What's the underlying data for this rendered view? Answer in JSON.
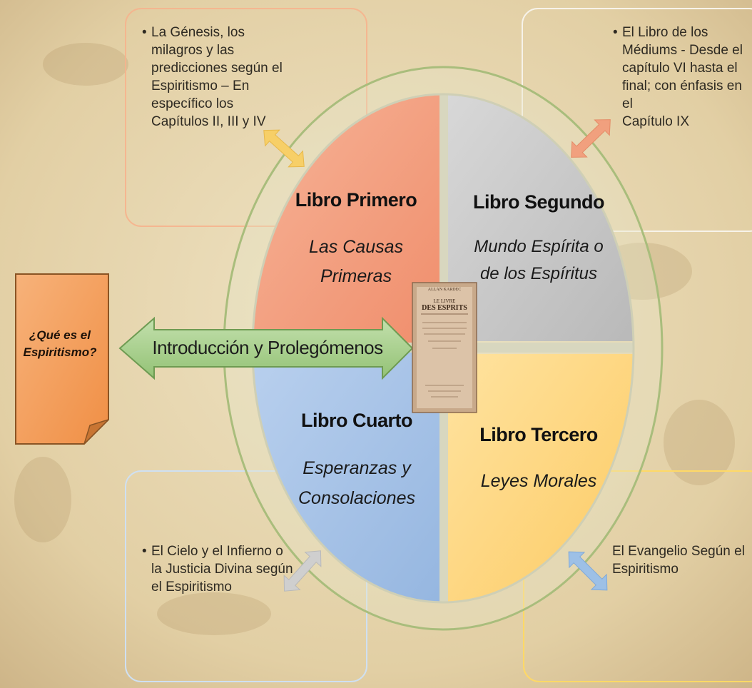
{
  "colors": {
    "parchment": "#eadbb8",
    "book1": "#f4a384",
    "book2": "#c9c9c9",
    "book3": "#fed880",
    "book4": "#a7c3e6",
    "sticky": "#f5a15f",
    "arrow_green": "#a9d18e",
    "ring": "#b7c58b",
    "frame_book1": "#f6b28d",
    "frame_book2": "#f2f2f2",
    "frame_book3": "#ffd966",
    "frame_book4": "#bdd7ee"
  },
  "sticky_note": {
    "line1": "¿Qué es el",
    "line2": "Espiritismo?"
  },
  "center_arrow_label": "Introducción y Prolegómenos",
  "book_cover": {
    "header": "ALLAN KARDEC",
    "small": "LE LIVRE",
    "big": "DES ESPRITS"
  },
  "quadrants": [
    {
      "title": "Libro Primero",
      "sub1": "Las Causas",
      "sub2": "Primeras"
    },
    {
      "title": "Libro Segundo",
      "sub1": "Mundo Espírita o",
      "sub2": "de los Espíritus"
    },
    {
      "title": "Libro Tercero",
      "sub1": "Leyes Morales",
      "sub2": ""
    },
    {
      "title": "Libro Cuarto",
      "sub1": "Esperanzas y",
      "sub2": "Consolaciones"
    }
  ],
  "notes": {
    "top_left": [
      "La Génesis, los",
      "milagros y las",
      "predicciones según el",
      "Espiritismo – En",
      "específico los",
      "Capítulos II, III y IV"
    ],
    "top_right": [
      "El Libro de los",
      "Médiums - Desde el",
      "capítulo VI hasta el",
      "final; con énfasis en el",
      "Capítulo IX"
    ],
    "bottom_left": [
      "El Cielo y el Infierno o",
      "la Justicia Divina según",
      "el Espiritismo"
    ],
    "bottom_right": [
      "El Evangelio Según el",
      "Espiritismo"
    ]
  }
}
